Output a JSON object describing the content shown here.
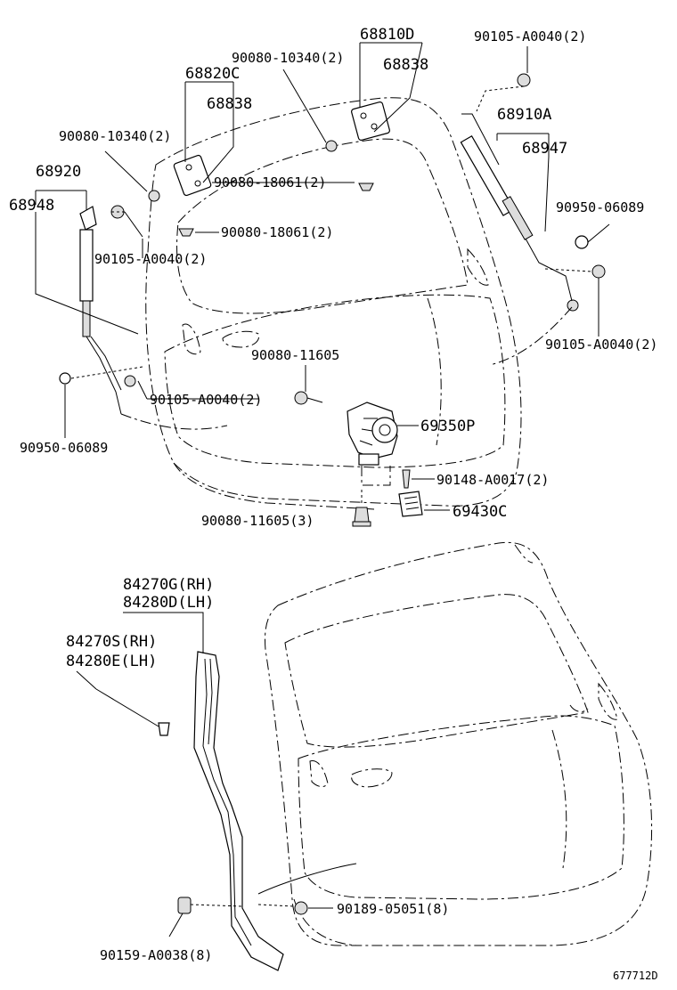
{
  "diagram_id": "677712D",
  "callouts": {
    "c68810D": "68810D",
    "c90105_top": "90105-A0040(2)",
    "c90080_10340_a": "90080-10340(2)",
    "c68838_a": "68838",
    "c68820C": "68820C",
    "c68838_b": "68838",
    "c68910A": "68910A",
    "c68947": "68947",
    "c90080_10340_b": "90080-10340(2)",
    "c90080_18061_a": "90080-18061(2)",
    "c68920": "68920",
    "c68948": "68948",
    "c90950_right": "90950-06089",
    "c90080_18061_b": "90080-18061(2)",
    "c90105_left": "90105-A0040(2)",
    "c90105_right": "90105-A0040(2)",
    "c90080_11605": "90080-11605",
    "c90105_mid": "90105-A0040(2)",
    "c69350P": "69350P",
    "c90950_left": "90950-06089",
    "c90148": "90148-A0017(2)",
    "c90080_11605_3": "90080-11605(3)",
    "c69430C": "69430C",
    "c84270G": "84270G(RH)",
    "c84280D": "84280D(LH)",
    "c84270S": "84270S(RH)",
    "c84280E": "84280E(LH)",
    "c90189": "90189-05051(8)",
    "c90159": "90159-A0038(8)"
  }
}
